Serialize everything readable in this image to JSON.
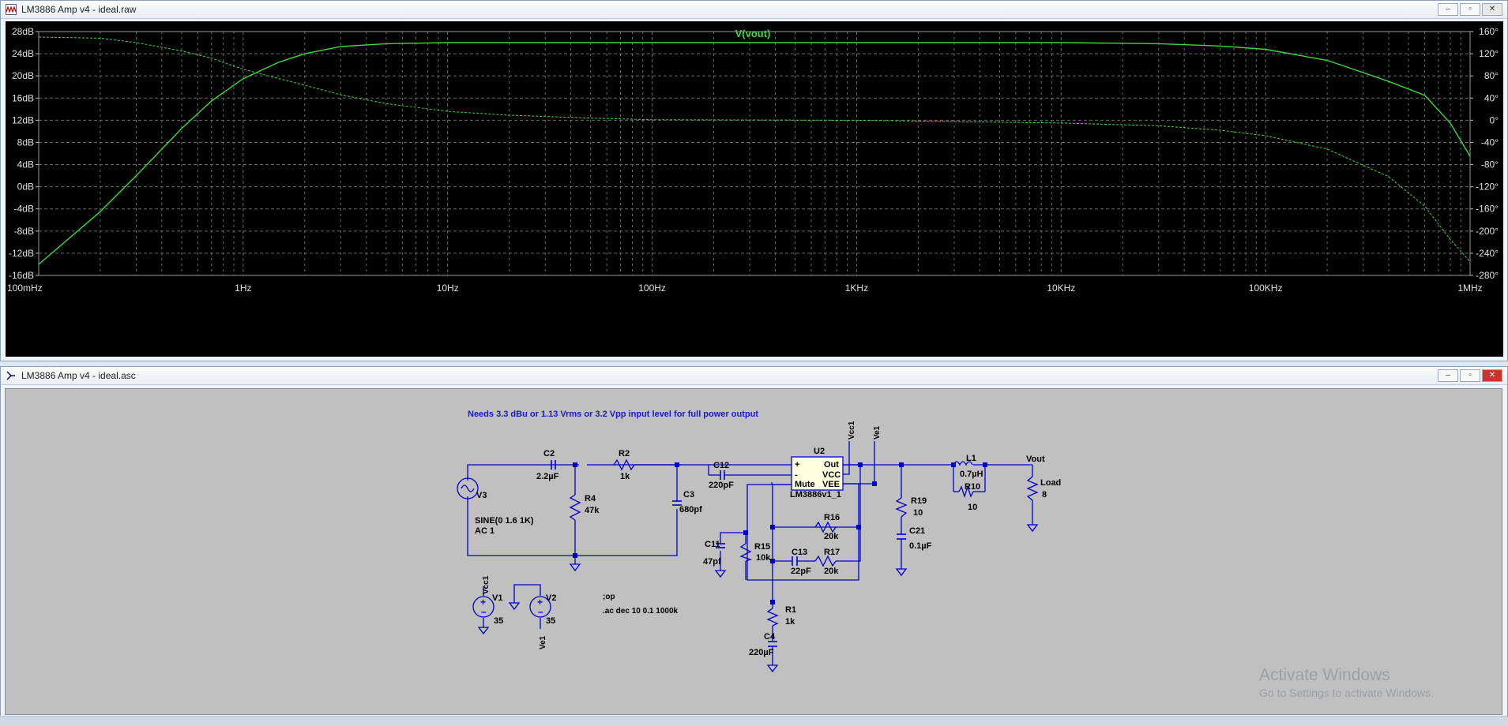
{
  "waveform_window": {
    "title": "LM3886 Amp v4 - ideal.raw",
    "trace_label": "V(vout)"
  },
  "schematic_window": {
    "title": "LM3886 Amp v4 - ideal.asc"
  },
  "window_controls": {
    "minimize": "–",
    "restore": "▫",
    "close": "✕"
  },
  "colors": {
    "trace": "#3cd83c",
    "grid": "#6a6a6a",
    "wire": "#0000cd",
    "note_text": "#1a1acc",
    "plot_bg": "#000000",
    "schematic_bg": "#c0c0c0"
  },
  "chart_data": {
    "type": "line",
    "title": "V(vout)",
    "x_scale": "log",
    "xlim": [
      0.1,
      1000000
    ],
    "x_ticks": [
      {
        "value": 0.1,
        "label": "100mHz"
      },
      {
        "value": 1,
        "label": "1Hz"
      },
      {
        "value": 10,
        "label": "10Hz"
      },
      {
        "value": 100,
        "label": "100Hz"
      },
      {
        "value": 1000,
        "label": "1KHz"
      },
      {
        "value": 10000,
        "label": "10KHz"
      },
      {
        "value": 100000,
        "label": "100KHz"
      },
      {
        "value": 1000000,
        "label": "1MHz"
      }
    ],
    "ylim": [
      -16,
      28
    ],
    "y_ticks": [
      "28dB",
      "24dB",
      "20dB",
      "16dB",
      "12dB",
      "8dB",
      "4dB",
      "0dB",
      "-4dB",
      "-8dB",
      "-12dB",
      "-16dB"
    ],
    "y_tick_values": [
      28,
      24,
      20,
      16,
      12,
      8,
      4,
      0,
      -4,
      -8,
      -12,
      -16
    ],
    "y2lim": [
      -280,
      160
    ],
    "y2_ticks": [
      "160°",
      "120°",
      "80°",
      "40°",
      "0°",
      "-40°",
      "-80°",
      "-120°",
      "-160°",
      "-200°",
      "-240°",
      "-280°"
    ],
    "y2_tick_values": [
      160,
      120,
      80,
      40,
      0,
      -40,
      -80,
      -120,
      -160,
      -200,
      -240,
      -280
    ],
    "grid": true,
    "series": [
      {
        "axis": "left",
        "style": "solid",
        "x": [
          0.1,
          0.2,
          0.3,
          0.5,
          0.7,
          1,
          1.5,
          2,
          3,
          5,
          10,
          100,
          1000,
          10000,
          30000,
          60000,
          100000,
          200000,
          300000,
          400000,
          600000,
          800000,
          1000000
        ],
        "y": [
          -14,
          -4.5,
          2,
          10.5,
          15.5,
          19.5,
          22.5,
          24,
          25.3,
          25.8,
          26,
          26,
          26,
          26,
          25.8,
          25.4,
          24.8,
          22.8,
          20.6,
          19,
          16.5,
          11.5,
          5.5
        ]
      },
      {
        "axis": "right",
        "style": "dashed",
        "x": [
          0.1,
          0.2,
          0.3,
          0.5,
          0.7,
          1,
          2,
          3,
          5,
          10,
          20,
          50,
          100,
          1000,
          10000,
          30000,
          60000,
          100000,
          200000,
          400000,
          600000,
          800000,
          1000000
        ],
        "y": [
          150,
          148,
          140,
          125,
          112,
          92,
          63,
          46,
          30,
          16,
          9,
          4,
          1,
          0,
          -5,
          -10,
          -18,
          -28,
          -52,
          -102,
          -155,
          -215,
          -255
        ]
      }
    ]
  },
  "schematic": {
    "note": "Needs 3.3 dBu or 1.13 Vrms or 3.2 Vpp input level for full power output",
    "components": {
      "C2": {
        "name": "C2",
        "value": "2.2µF"
      },
      "R2": {
        "name": "R2",
        "value": "1k"
      },
      "R4": {
        "name": "R4",
        "value": "47k"
      },
      "C3": {
        "name": "C3",
        "value": "680pf"
      },
      "C12": {
        "name": "C12",
        "value": "220pF"
      },
      "U2": {
        "name": "U2",
        "part": "LM3886v1_1",
        "pins": [
          "+",
          "-",
          "Mute",
          "Out",
          "VCC",
          "VEE"
        ]
      },
      "R16": {
        "name": "R16",
        "value": "20k"
      },
      "R17": {
        "name": "R17",
        "value": "20k"
      },
      "C13": {
        "name": "C13",
        "value": "22pF"
      },
      "R15": {
        "name": "R15",
        "value": "10k"
      },
      "C11": {
        "name": "C11",
        "value": "47pf"
      },
      "R1": {
        "name": "R1",
        "value": "1k"
      },
      "C4": {
        "name": "C4",
        "value": "220µF"
      },
      "R19": {
        "name": "R19",
        "value": "10"
      },
      "C21": {
        "name": "C21",
        "value": "0.1µF"
      },
      "L1": {
        "name": "L1",
        "value": "0.7µH"
      },
      "R10": {
        "name": "R10",
        "value": "10"
      },
      "Load": {
        "name": "Load",
        "value": "8"
      },
      "V3": {
        "name": "V3",
        "spec1": "SINE(0 1.6 1K)",
        "spec2": "AC 1"
      },
      "V1": {
        "name": "V1",
        "value": "35"
      },
      "V2": {
        "name": "V2",
        "value": "35"
      }
    },
    "net_labels": {
      "vout": "Vout",
      "vcc1": "Vcc1",
      "ve1": "Ve1"
    },
    "directives": {
      "op": ";op",
      "ac": ".ac dec 10 0.1 1000k"
    }
  },
  "watermark": {
    "line1": "Activate Windows",
    "line2": "Go to Settings to activate Windows."
  }
}
